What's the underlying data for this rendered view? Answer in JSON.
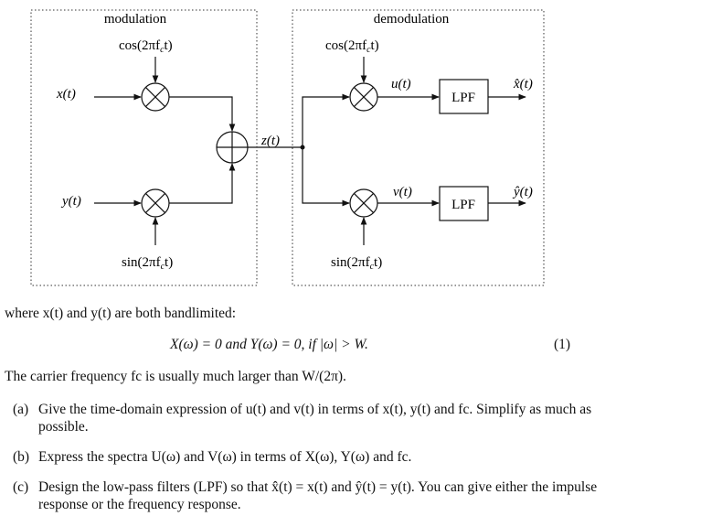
{
  "diagram": {
    "mod_title": "modulation",
    "demod_title": "demodulation",
    "mod_cos": "cos(2πf",
    "mod_sin": "sin(2πf",
    "demod_cos": "cos(2πf",
    "demod_sin": "sin(2πf",
    "carrier_sub": "c",
    "close_t": "t)",
    "x_in": "x(t)",
    "y_in": "y(t)",
    "z_sig": "z(t)",
    "u_sig": "u(t)",
    "v_sig": "v(t)",
    "xhat_out": "x̂(t)",
    "yhat_out": "ŷ(t)",
    "lpf_top": "LPF",
    "lpf_bottom": "LPF"
  },
  "text": {
    "where_line": "where x(t) and y(t) are both bandlimited:",
    "equation": "X(ω) = 0 and Y(ω) = 0,   if |ω| > W.",
    "equation_number": "(1)",
    "carrier_line": "The carrier frequency fc is usually much larger than W/(2π).",
    "items": [
      {
        "label": "(a)",
        "text": "Give the time-domain expression of u(t) and v(t) in terms of x(t), y(t) and fc. Simplify as much as possible."
      },
      {
        "label": "(b)",
        "text": "Express the spectra U(ω) and V(ω) in terms of X(ω), Y(ω) and fc."
      },
      {
        "label": "(c)",
        "text": "Design the low-pass filters (LPF) so that x̂(t) = x(t) and ŷ(t) = y(t). You can give either the impulse response or the frequency response."
      }
    ]
  }
}
